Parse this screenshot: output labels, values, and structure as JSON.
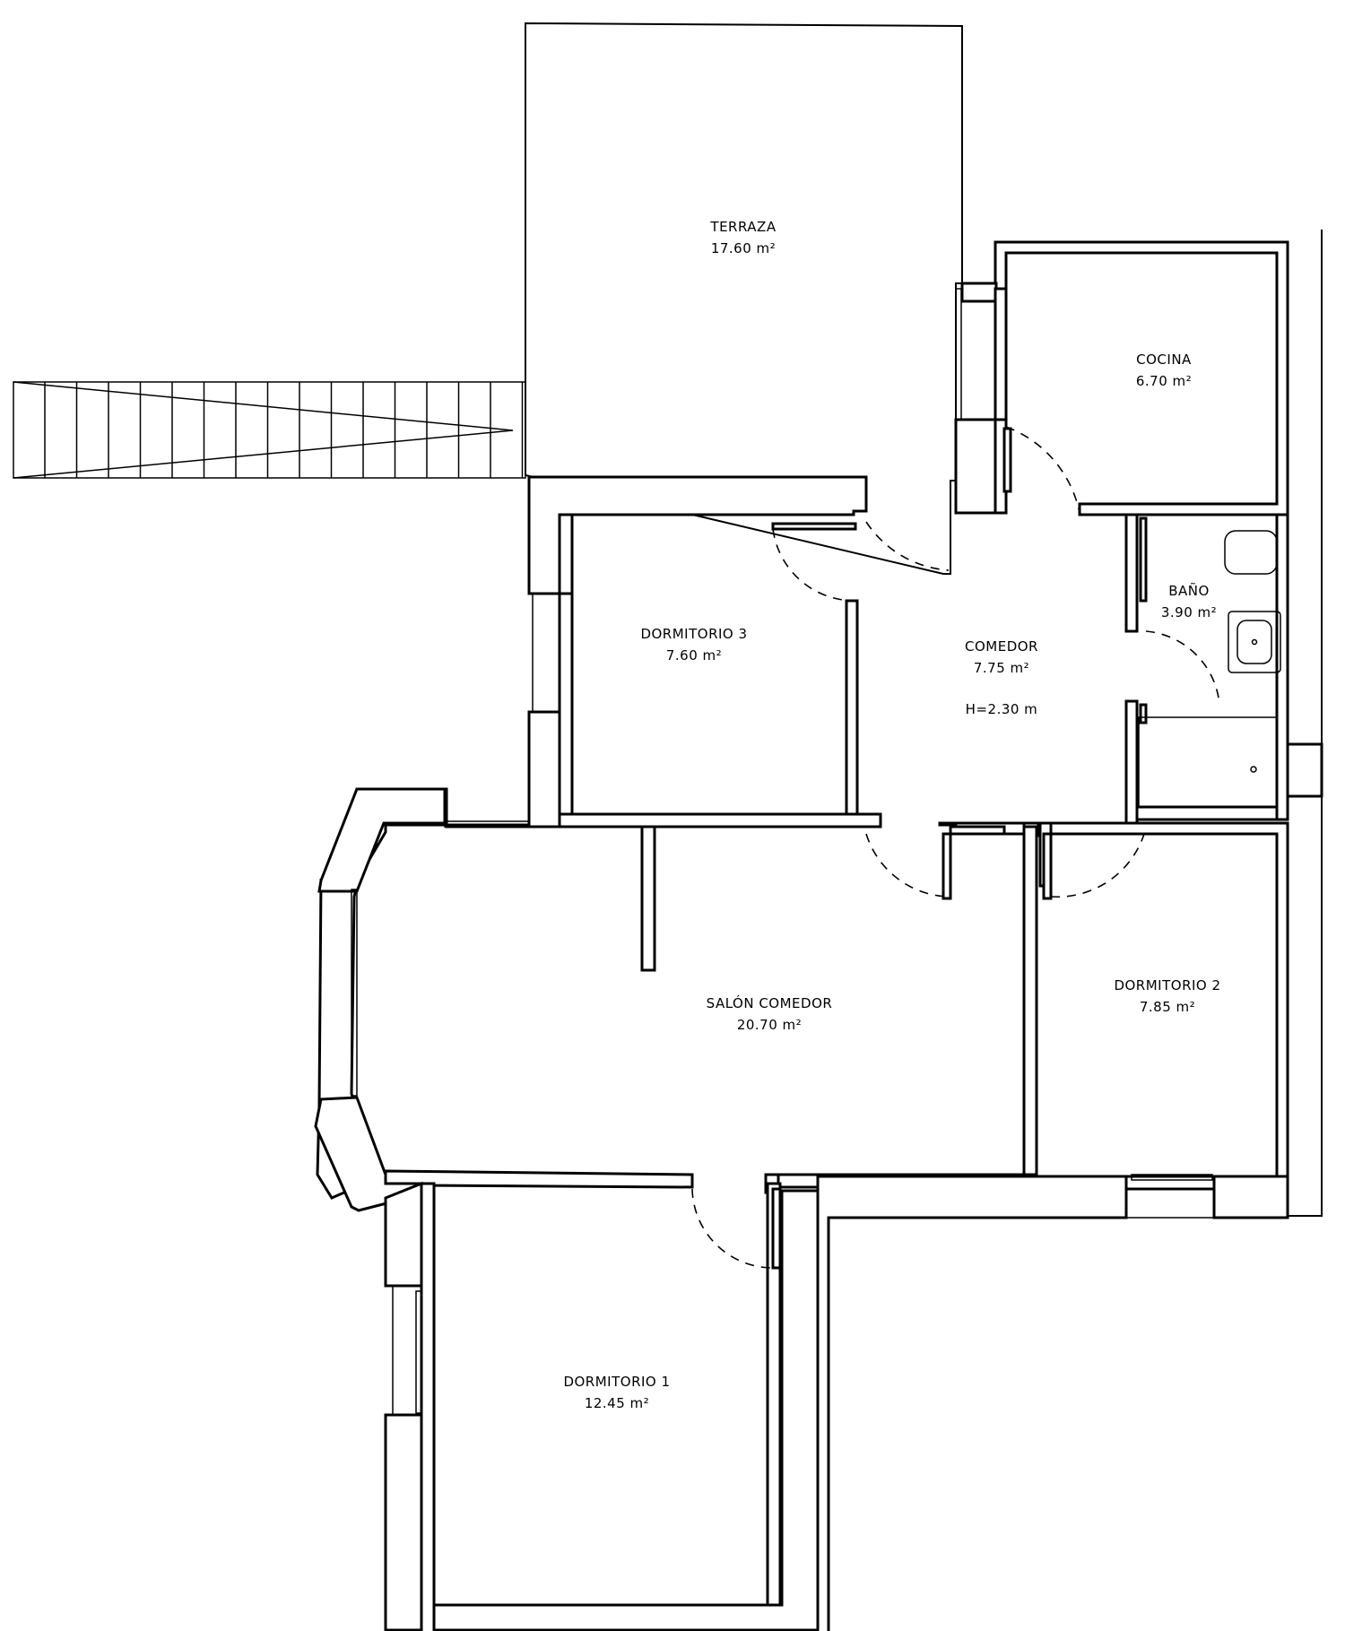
{
  "rooms": {
    "terraza": {
      "name": "TERRAZA",
      "area": "17.60",
      "unit": "m²"
    },
    "cocina": {
      "name": "COCINA",
      "area": "6.70",
      "unit": "m²"
    },
    "dormitorio3": {
      "name": "DORMITORIO 3",
      "area": "7.60",
      "unit": "m²"
    },
    "comedor": {
      "name": "COMEDOR",
      "area": "7.75",
      "unit": "m²",
      "height_note": "H=2.30 m"
    },
    "bano": {
      "name": "BAÑO",
      "area": "3.90",
      "unit": "m²"
    },
    "salon": {
      "name": "SALÓN COMEDOR",
      "area": "20.70",
      "unit": "m²"
    },
    "dormitorio2": {
      "name": "DORMITORIO 2",
      "area": "7.85",
      "unit": "m²"
    },
    "dormitorio1": {
      "name": "DORMITORIO 1",
      "area": "12.45",
      "unit": "m²"
    }
  }
}
